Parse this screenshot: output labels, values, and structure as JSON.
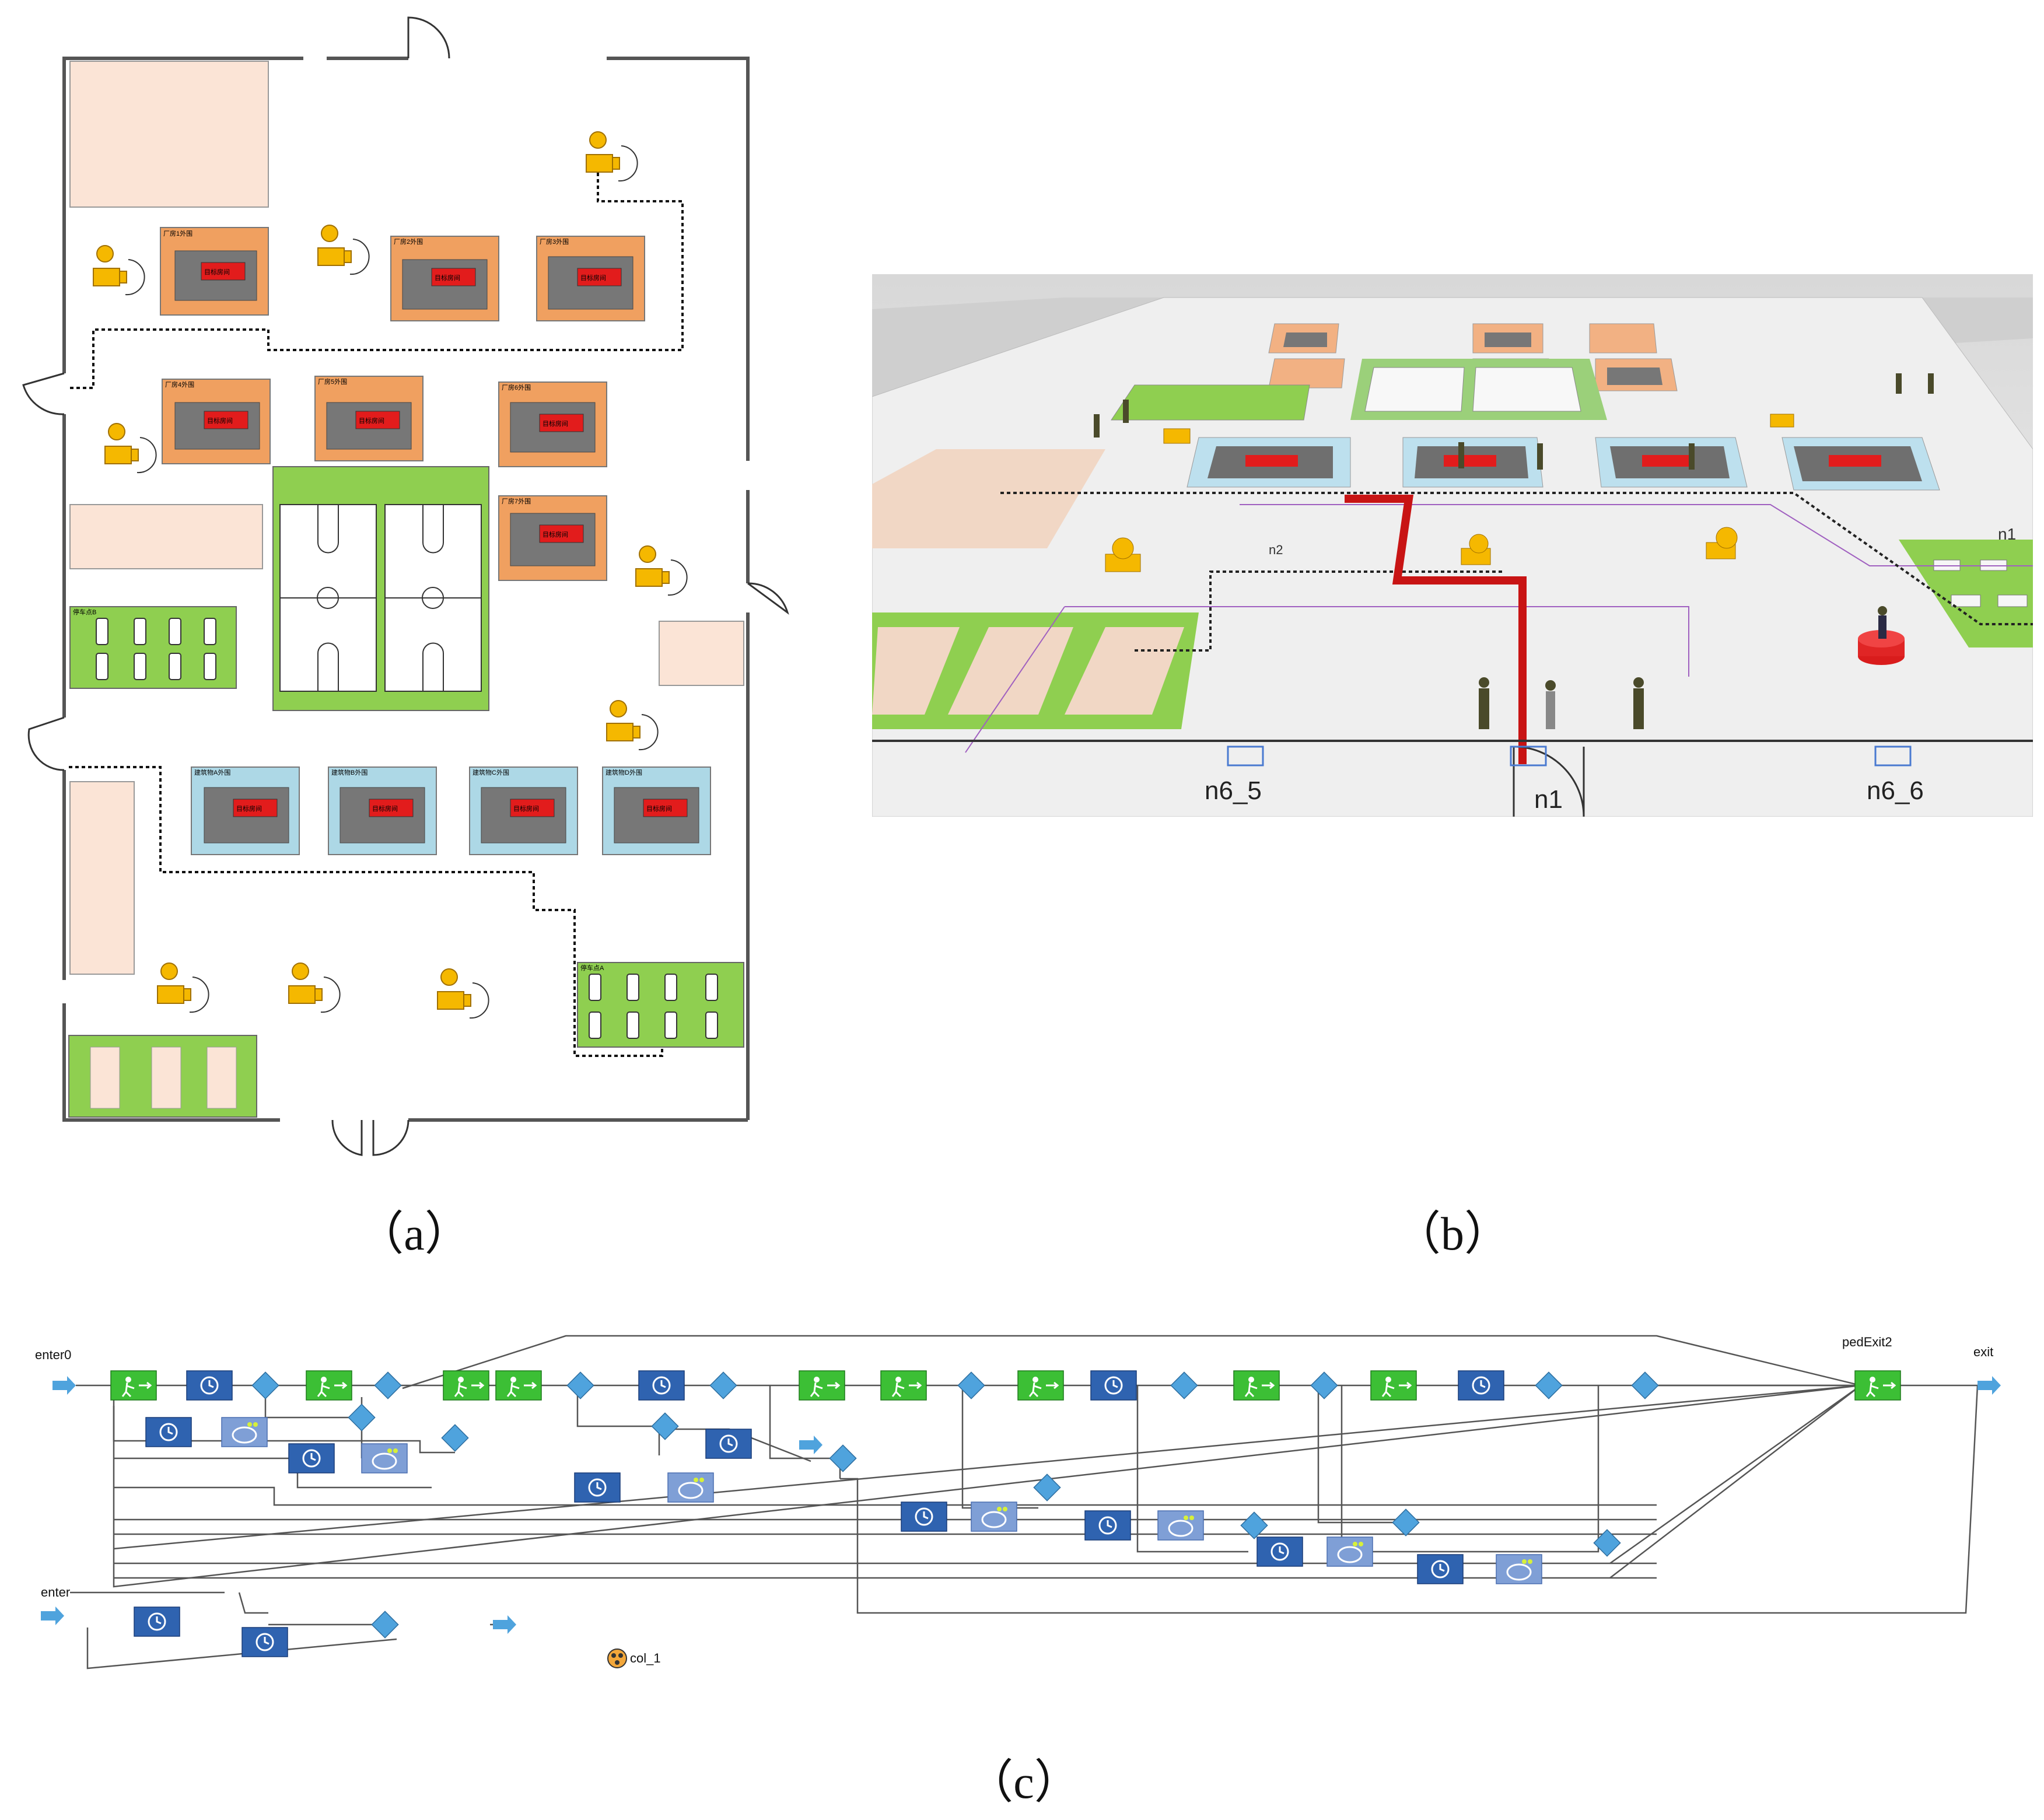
{
  "captions": {
    "a": "（a）",
    "b": "（b）",
    "c": "（c）"
  },
  "panel_a": {
    "orange_buildings": [
      "厂房1外围",
      "厂房2外围",
      "厂房3外围",
      "厂房4外围",
      "厂房5外围",
      "厂房6外围",
      "厂房7外围"
    ],
    "blue_buildings": [
      "建筑物A外围",
      "建筑物B外围",
      "建筑物C外围",
      "建筑物D外围"
    ],
    "target_room_label": "目标房间",
    "parking_labels": [
      "停车点B",
      "停车点A"
    ],
    "colors": {
      "orange": "#f0a060",
      "blue": "#add8e6",
      "green": "#8fcf50",
      "peach": "#fbe4d6",
      "target": "#e21c1c",
      "camera": "#f5b800"
    }
  },
  "panel_b": {
    "labels": [
      "n6_5",
      "n1",
      "n6_6",
      "n2",
      "n1"
    ]
  },
  "panel_c": {
    "labels": {
      "enter0": "enter0",
      "enter": "enter",
      "pedExit2": "pedExit2",
      "exit": "exit",
      "col": "col_1"
    },
    "colors": {
      "green_block": "#3cbf35",
      "blue_block": "#2f63b0",
      "light_block": "#7f9fd6",
      "diamond": "#4fa3dd",
      "arrow": "#4fa3dd"
    }
  }
}
